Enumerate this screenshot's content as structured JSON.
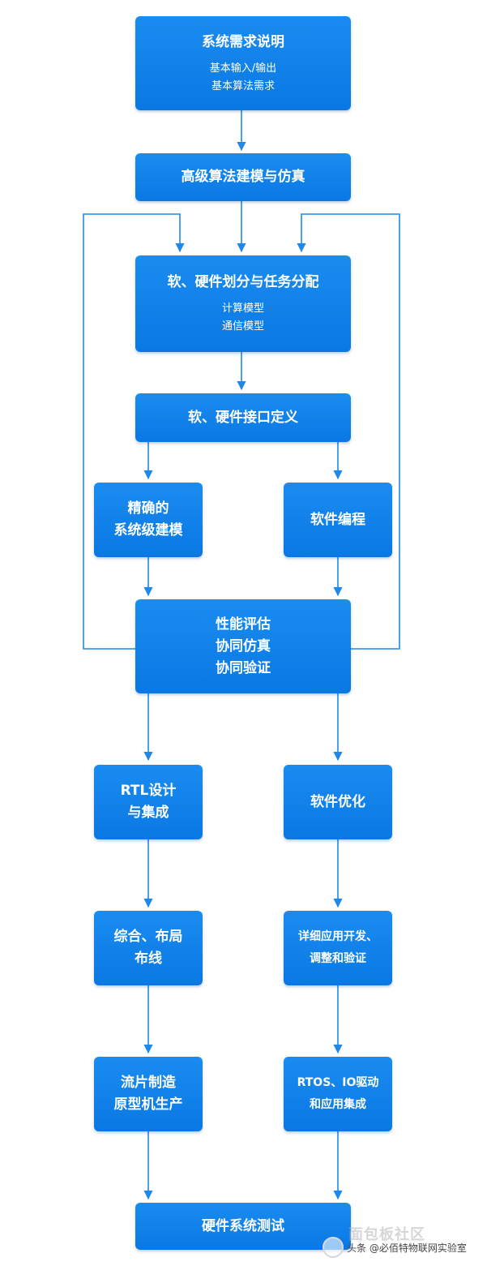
{
  "nodes": {
    "req": {
      "title": "系统需求说明",
      "lines": [
        "基本输入/输出",
        "基本算法需求"
      ]
    },
    "model": {
      "title": "高级算法建模与仿真"
    },
    "partition": {
      "title": "软、硬件划分与任务分配",
      "lines": [
        "计算模型",
        "通信模型"
      ]
    },
    "interface": {
      "title": "软、硬件接口定义"
    },
    "syslevel": {
      "lines": [
        "精确的",
        "系统级建模"
      ]
    },
    "swprog": {
      "title": "软件编程"
    },
    "eval": {
      "lines": [
        "性能评估",
        "协同仿真",
        "协同验证"
      ]
    },
    "rtl": {
      "lines": [
        "RTL设计",
        "与集成"
      ]
    },
    "swopt": {
      "title": "软件优化"
    },
    "synth": {
      "lines": [
        "综合、布局",
        "布线"
      ]
    },
    "appdev": {
      "lines": [
        "详细应用开发、",
        "调整和验证"
      ]
    },
    "fab": {
      "lines": [
        "流片制造",
        "原型机生产"
      ]
    },
    "rtos": {
      "lines": [
        "RTOS、IO驱动",
        "和应用集成"
      ]
    },
    "hwtest": {
      "title": "硬件系统测试"
    }
  },
  "colors": {
    "node": "#0a78e4",
    "arrow": "#1f88e8"
  },
  "watermark": {
    "brand": "面包板社区",
    "text": "头条 @必佰特物联网实验室"
  }
}
